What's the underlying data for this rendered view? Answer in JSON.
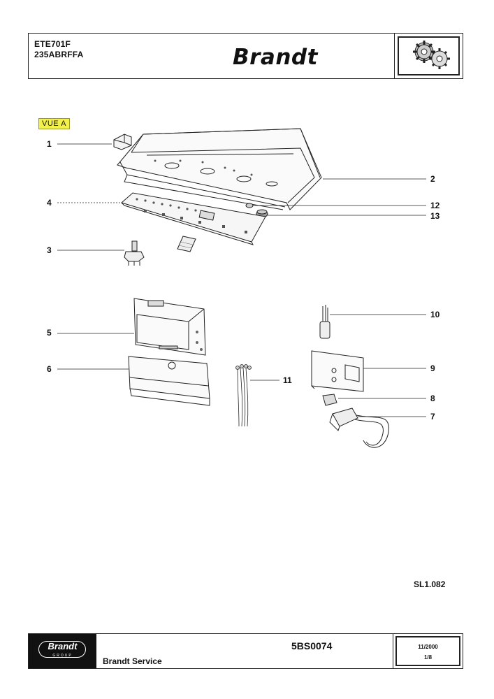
{
  "header": {
    "model_code": "ETE701F",
    "model_ref": "235ABRFFA",
    "brand": "Brandt",
    "emblem_icon": "gears-icon"
  },
  "view": {
    "tag": "VUE A"
  },
  "callouts": {
    "c1": "1",
    "c2": "2",
    "c3": "3",
    "c4": "4",
    "c5": "5",
    "c6": "6",
    "c7": "7",
    "c8": "8",
    "c9": "9",
    "c10": "10",
    "c11": "11",
    "c12": "12",
    "c13": "13"
  },
  "reference": "SL1.082",
  "footer": {
    "logo_brand": "Brandt",
    "logo_group": "GROUP",
    "service": "Brandt Service",
    "doc_number": "5BS0074",
    "date": "11/2000",
    "page": "1/8"
  },
  "colors": {
    "tag_background": "#f1f14a",
    "ink": "#111111"
  }
}
